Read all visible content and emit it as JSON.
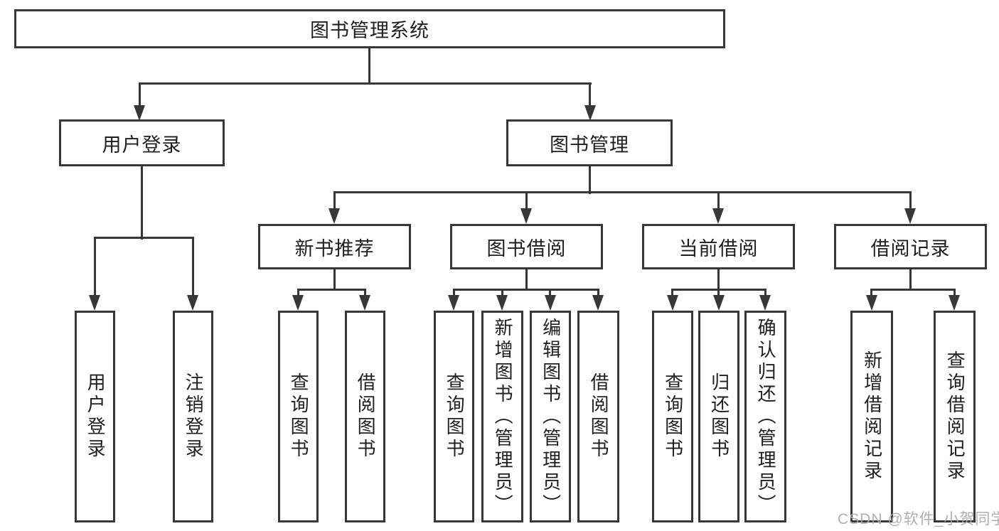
{
  "diagram": {
    "root": {
      "label": "图书管理系统"
    },
    "level2": [
      {
        "label": "用户登录"
      },
      {
        "label": "图书管理"
      }
    ],
    "level3": [
      {
        "label": "新书推荐"
      },
      {
        "label": "图书借阅"
      },
      {
        "label": "当前借阅"
      },
      {
        "label": "借阅记录"
      }
    ],
    "leaves": [
      {
        "label": "用户登录"
      },
      {
        "label": "注销登录"
      },
      {
        "label": "查询图书"
      },
      {
        "label": "借阅图书"
      },
      {
        "label": "查询图书"
      },
      {
        "label": "新增图书（管理员）"
      },
      {
        "label": "编辑图书（管理员）"
      },
      {
        "label": "借阅图书"
      },
      {
        "label": "查询图书"
      },
      {
        "label": "归还图书"
      },
      {
        "label": "确认归还（管理员）"
      },
      {
        "label": "新增借阅记录"
      },
      {
        "label": "查询借阅记录"
      }
    ],
    "watermark": {
      "label": "CSDN @软件_小贺同学"
    },
    "colors": {
      "line": "#373737",
      "box_border": "#373737",
      "box_fill": "#ffffff",
      "text": "#1f1f1f",
      "watermark": "#a8a8a8",
      "background": "#ffffff"
    }
  }
}
